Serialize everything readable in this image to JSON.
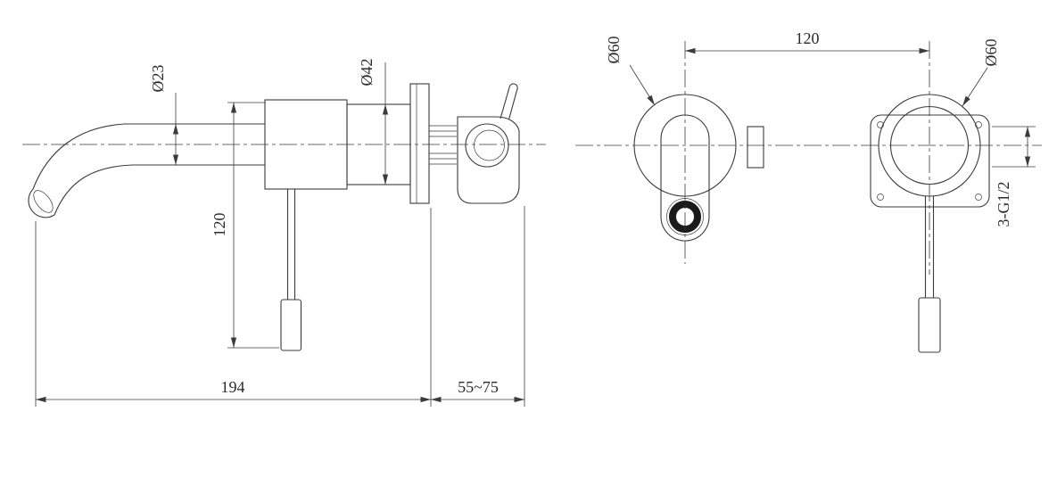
{
  "colors": {
    "line": "#3b3b3b",
    "dark": "#1a1a1a",
    "text": "#2b2b2b",
    "background": "#ffffff"
  },
  "views": {
    "side": {
      "labels": {
        "spout_diameter": "Ø23",
        "body_diameter": "Ø42",
        "handle_drop": "120",
        "spout_reach": "194",
        "wall_depth": "55~75"
      }
    },
    "front_spout": {
      "labels": {
        "escutcheon_diameter": "Ø60",
        "center_distance": "120"
      }
    },
    "front_handle": {
      "labels": {
        "escutcheon_diameter": "Ø60",
        "thread_spec": "3-G1/2"
      }
    }
  }
}
